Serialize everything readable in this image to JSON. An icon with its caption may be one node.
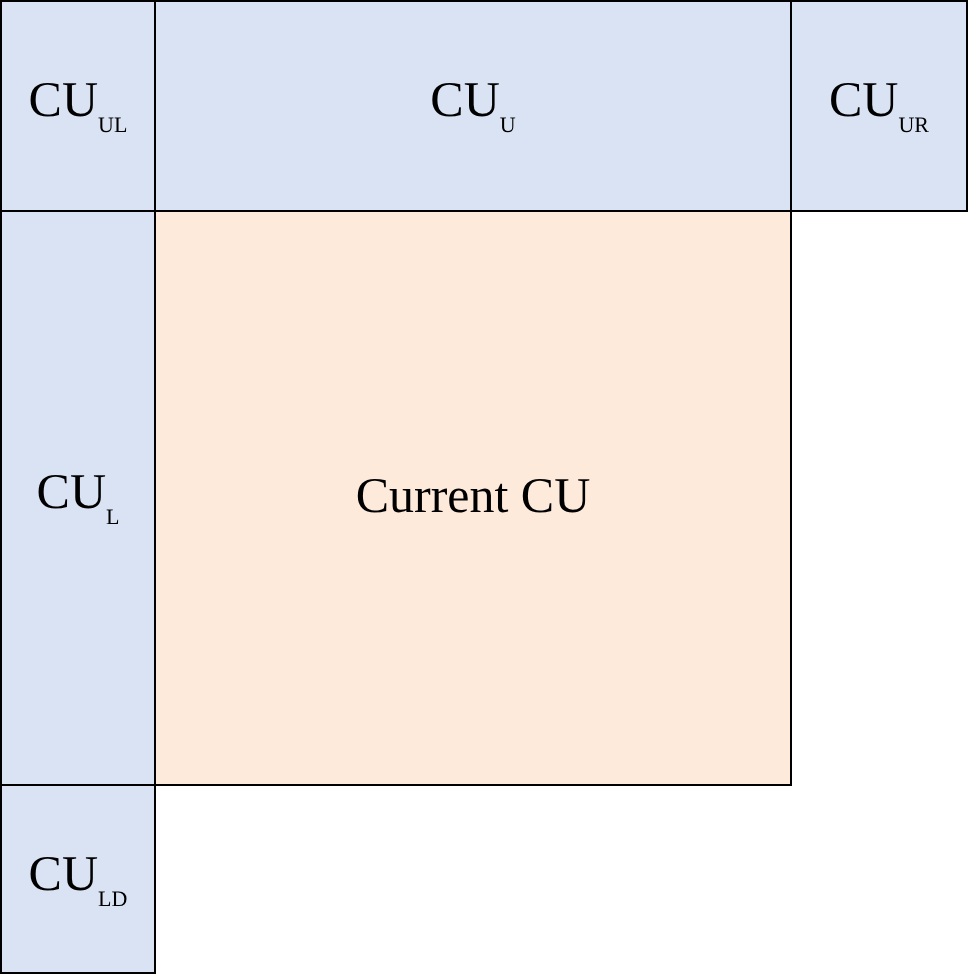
{
  "diagram": {
    "nodes": [
      {
        "text": [
          "CU$_{UL}$"
        ]
      },
      {
        "text": [
          "CU$_{U}$"
        ]
      },
      {
        "text": [
          "CU$_{UR}$"
        ]
      },
      {
        "text": [
          "CU$_{L}$"
        ]
      },
      {
        "text": [
          "Current CU"
        ]
      },
      {
        "text": [
          "CU$_{LD}$"
        ]
      }
    ]
  }
}
